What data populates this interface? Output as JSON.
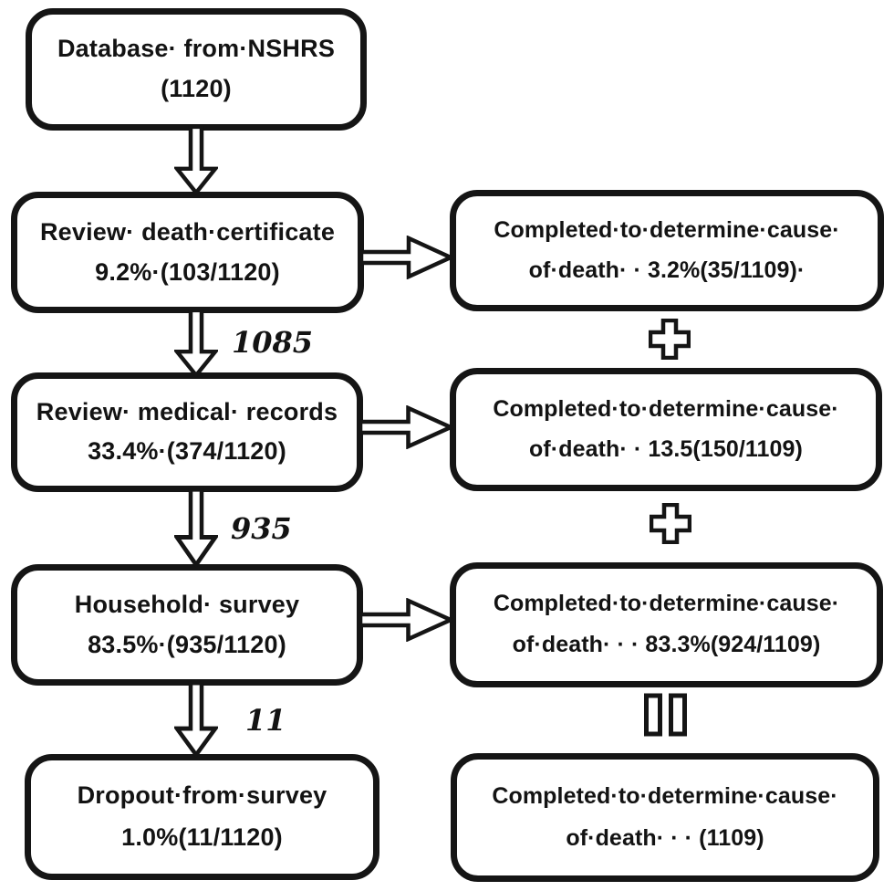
{
  "diagram": {
    "description": "Study flow chart: deaths database from NSHRS followed through death certificate review, medical record review, household survey and dropout, with cause-of-death completion boxes",
    "colors": {
      "stroke": "#151515",
      "background": "#ffffff",
      "text": "#131313"
    },
    "left_boxes": [
      {
        "line1": "Database· from·NSHRS",
        "line2": "(1120)"
      },
      {
        "line1": "Review· death·certificate",
        "line2": "9.2%·(103/1120)"
      },
      {
        "line1": "Review· medical· records",
        "line2": "33.4%·(374/1120)"
      },
      {
        "line1": "Household· survey",
        "line2": "83.5%·(935/1120)"
      },
      {
        "line1": "Dropout·from·survey",
        "line2": "1.0%(11/1120)"
      }
    ],
    "right_boxes": [
      {
        "line1": "Completed·to·determine·cause·",
        "line2": "of·death· · 3.2%(35/1109)·"
      },
      {
        "line1": "Completed·to·determine·cause·",
        "line2": "of·death· · 13.5(150/1109)"
      },
      {
        "line1": "Completed·to·determine·cause·",
        "line2": "of·death· · · 83.3%(924/1109)"
      },
      {
        "line1": "Completed·to·determine·cause·",
        "line2": "of·death· · · (1109)"
      }
    ],
    "flow_counts": {
      "after_death_certificate_review": "1085",
      "after_medical_record_review": "935",
      "dropout": "11"
    },
    "icons": {
      "down_arrow": "hollow double-shaft down arrow",
      "right_arrow": "hollow double-shaft right arrow",
      "plus": "hollow plus cross (sum of completed causes)",
      "equals": "two hollow rectangles (total symbol)"
    }
  }
}
